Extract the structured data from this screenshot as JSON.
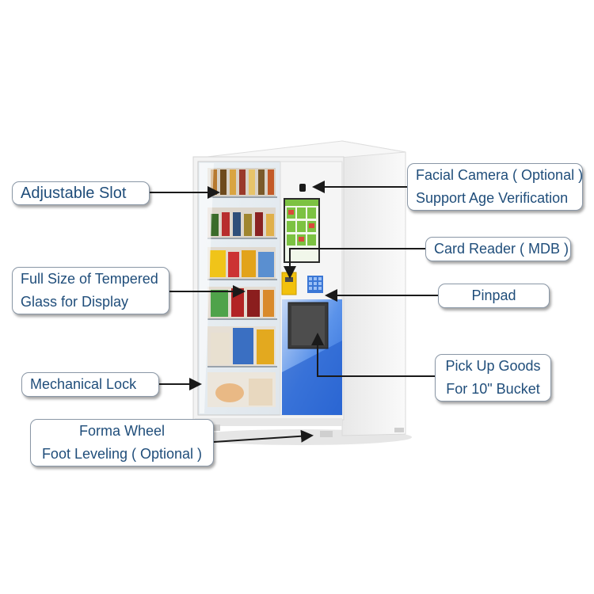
{
  "callouts": {
    "adjustable_slot": "Adjustable Slot",
    "facial_camera": [
      "Facial Camera ( Optional )",
      "Support Age Verification"
    ],
    "card_reader": "Card Reader ( MDB )",
    "tempered_glass": [
      "Full Size of Tempered",
      "Glass for Display"
    ],
    "pinpad": "Pinpad",
    "pick_up": [
      "Pick Up Goods",
      "For 10\" Bucket"
    ],
    "mechanical_lock": "Mechanical Lock",
    "forma_wheel": [
      "Forma Wheel",
      "Foot Leveling ( Optional )"
    ]
  },
  "colors": {
    "label_text": "#1f4d7a",
    "label_border": "#8a97a6",
    "cabinet": "#f4f4f4",
    "screen_green": "#7cc242",
    "bucket_blue": "#3a7be0"
  },
  "icons": [
    "vending-machine-image",
    "arrow-icon"
  ]
}
